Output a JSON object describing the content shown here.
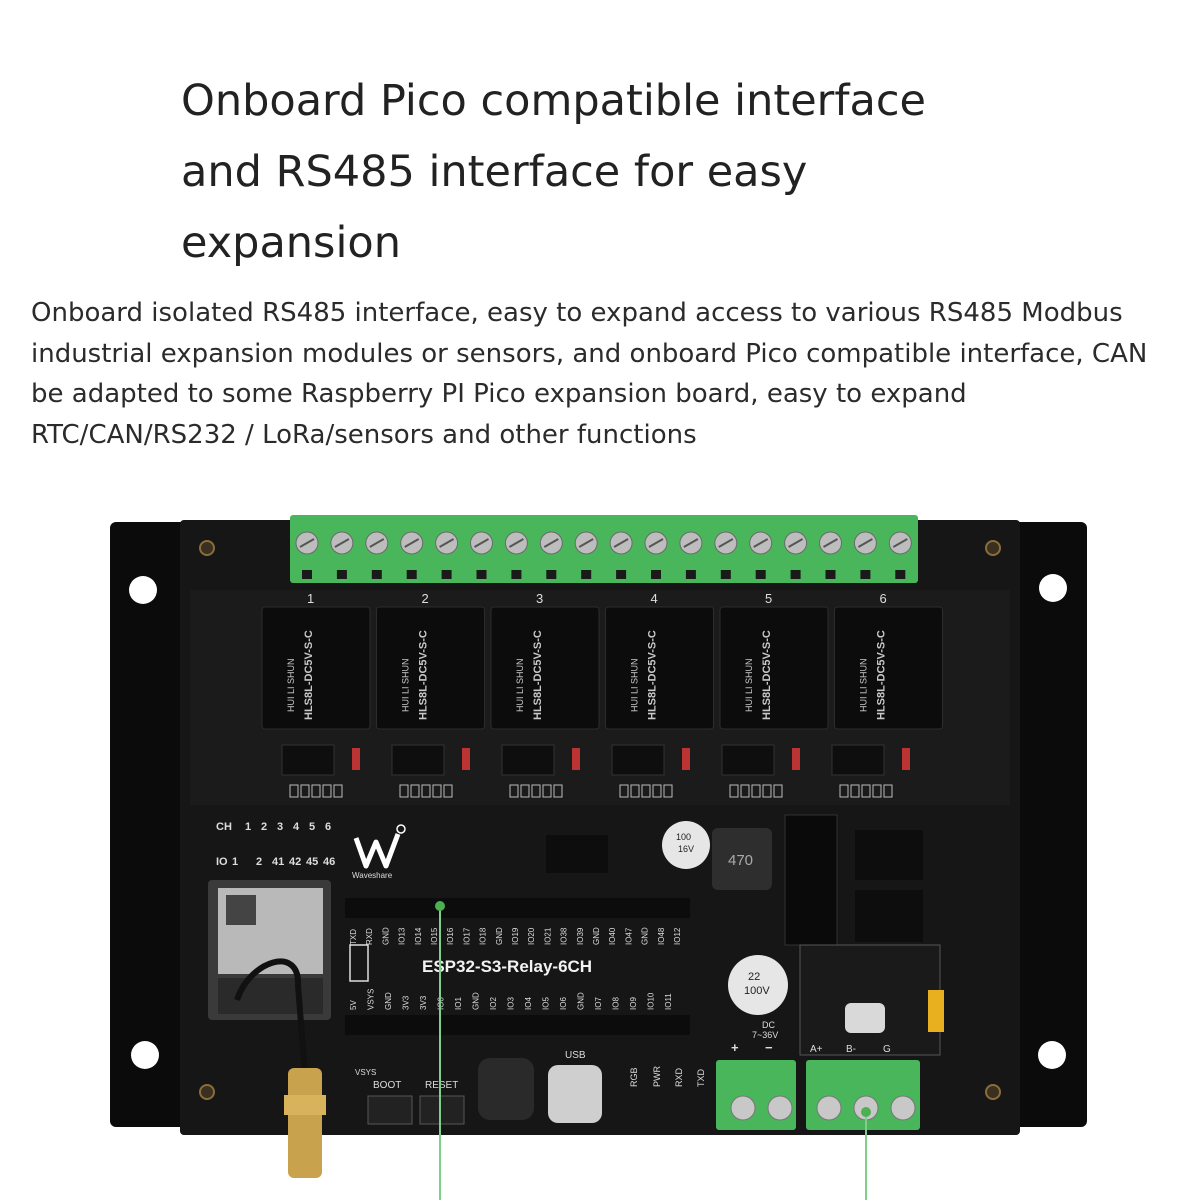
{
  "headline": {
    "lines": [
      "Onboard Pico compatible interface",
      "and RS485 interface for easy",
      "expansion"
    ]
  },
  "description": {
    "lines": [
      "Onboard isolated RS485 interface, easy to expand access to various RS485 Modbus",
      "industrial expansion modules or sensors, and onboard Pico compatible interface, CAN",
      "be adapted to some Raspberry PI Pico expansion board, easy to expand",
      "RTC/CAN/RS232 / LoRa/sensors and other functions"
    ]
  },
  "board": {
    "name": "ESP32-S3-Relay-6CH",
    "brand": "Waveshare",
    "relay_numbers": [
      "1",
      "2",
      "3",
      "4",
      "5",
      "6"
    ],
    "relay_model": "HLS8L-DC5V-S-C",
    "relay_brand": "HUI LI SHUN",
    "ch_label": "CH",
    "ch_values": [
      "1",
      "2",
      "3",
      "4",
      "5",
      "6"
    ],
    "io_label": "IO",
    "io_values": [
      "1",
      "2",
      "41",
      "42",
      "45",
      "46"
    ],
    "boot_label": "BOOT",
    "reset_label": "RESET",
    "usb_label": "USB",
    "rgb_label": "RGB",
    "pwr_label": "PWR",
    "rxd_label": "RXD",
    "txd_label": "TXD",
    "dc_label": "DC",
    "dc_range": "7~36V",
    "plus_label": "+",
    "minus_label": "−",
    "rs485_labels": [
      "A+",
      "B-",
      "G"
    ],
    "inductor_label": "470",
    "cap_small": [
      "100",
      "16V"
    ],
    "cap_large": [
      "22",
      "100V"
    ],
    "pico_top_pins": [
      "TXD",
      "RXD",
      "GND",
      "IO13",
      "IO14",
      "IO15",
      "IO16",
      "IO17",
      "IO18",
      "GND",
      "IO19",
      "IO20",
      "IO21",
      "IO38",
      "IO39",
      "GND",
      "IO40",
      "IO47",
      "GND",
      "IO48",
      "IO12"
    ],
    "pico_bottom_pins": [
      "5V",
      "VSYS",
      "GND",
      "3V3",
      "3V3",
      "IO0",
      "IO1",
      "GND",
      "IO2",
      "IO3",
      "IO4",
      "IO5",
      "IO6",
      "GND",
      "IO7",
      "IO8",
      "IO9",
      "IO10",
      "IO11"
    ],
    "vsys_label": "VSYS"
  },
  "colors": {
    "terminal_green": "#49b65c",
    "board_black": "#151515",
    "enclosure": "#0d0d0d",
    "pointer_line": "#7fcf8a"
  }
}
